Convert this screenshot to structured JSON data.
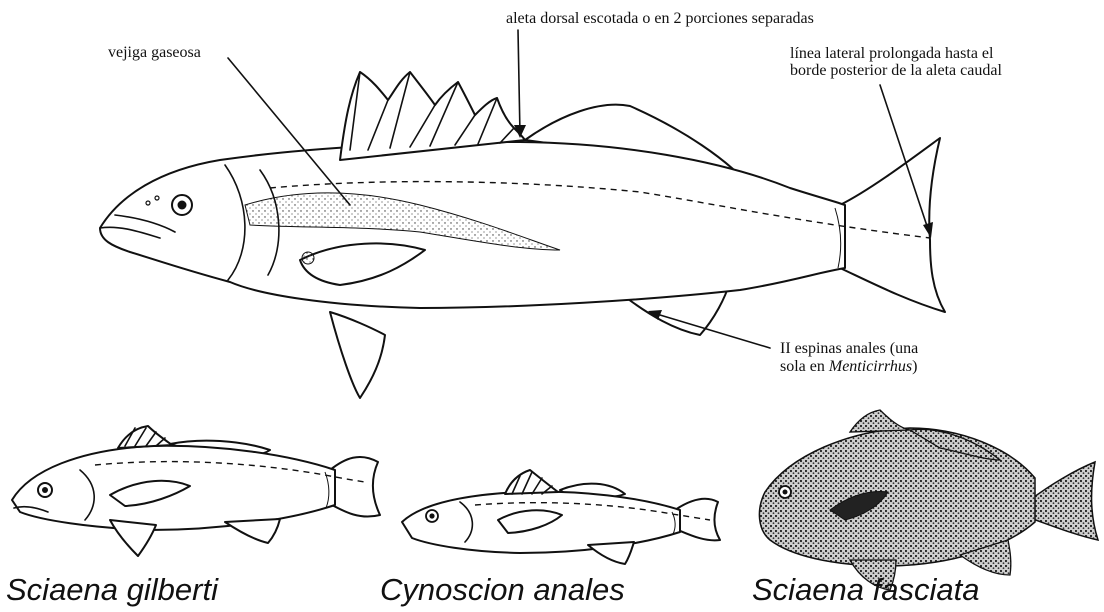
{
  "annotations": {
    "swim_bladder": "vejiga gaseosa",
    "dorsal_fin": "aleta dorsal escotada o en 2 porciones separadas",
    "lateral_line_1": "línea lateral prolongada hasta el",
    "lateral_line_2": "borde posterior de la aleta caudal",
    "anal_spines_1": "II espinas anales (una",
    "anal_spines_2_prefix": "sola en ",
    "anal_spines_2_genus": "Menticirrhus",
    "anal_spines_2_suffix": ")"
  },
  "species": [
    {
      "name": "Sciaena gilberti"
    },
    {
      "name": "Cynoscion anales"
    },
    {
      "name": "Sciaena  fasciata"
    }
  ],
  "colors": {
    "ink": "#111111",
    "background": "#ffffff"
  }
}
